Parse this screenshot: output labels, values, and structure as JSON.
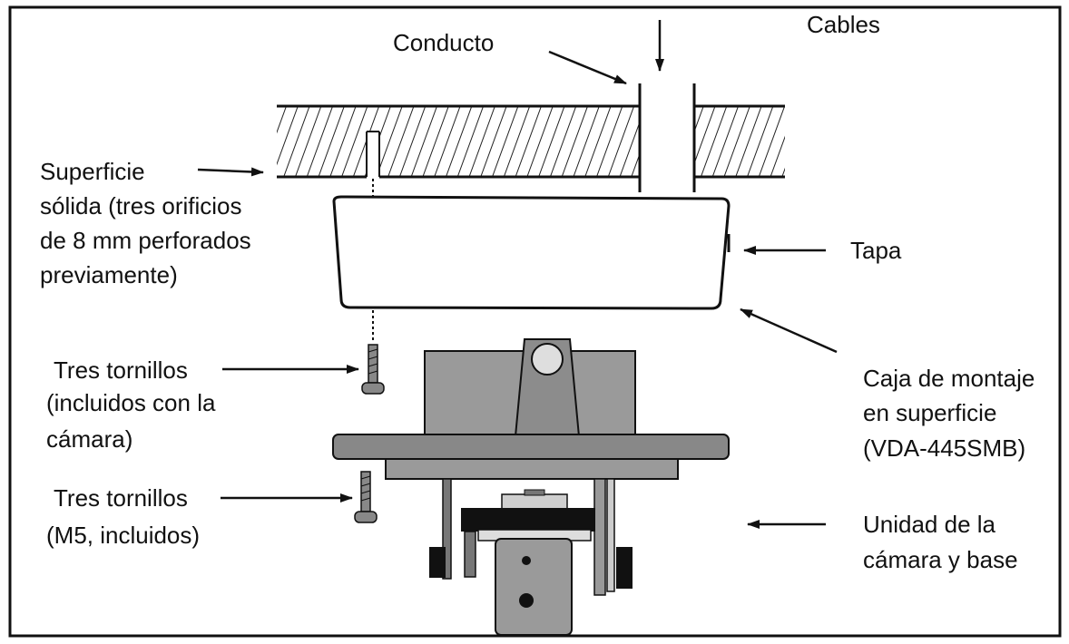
{
  "labels": {
    "conducto": "Conducto",
    "cables": "Cables",
    "superficie": [
      "Superficie",
      "sólida (tres orificios",
      "de 8 mm perforados",
      "previamente)"
    ],
    "tapa": "Tapa",
    "caja": [
      "Caja de montaje",
      "en superficie",
      "(VDA-445SMB)"
    ],
    "tornillos1": [
      "Tres tornillos",
      "(incluidos con la",
      "cámara)"
    ],
    "tornillos2": [
      "Tres tornillos",
      "(M5, incluidos)"
    ],
    "unidad": [
      "Unidad de la",
      "cámara y base"
    ]
  }
}
